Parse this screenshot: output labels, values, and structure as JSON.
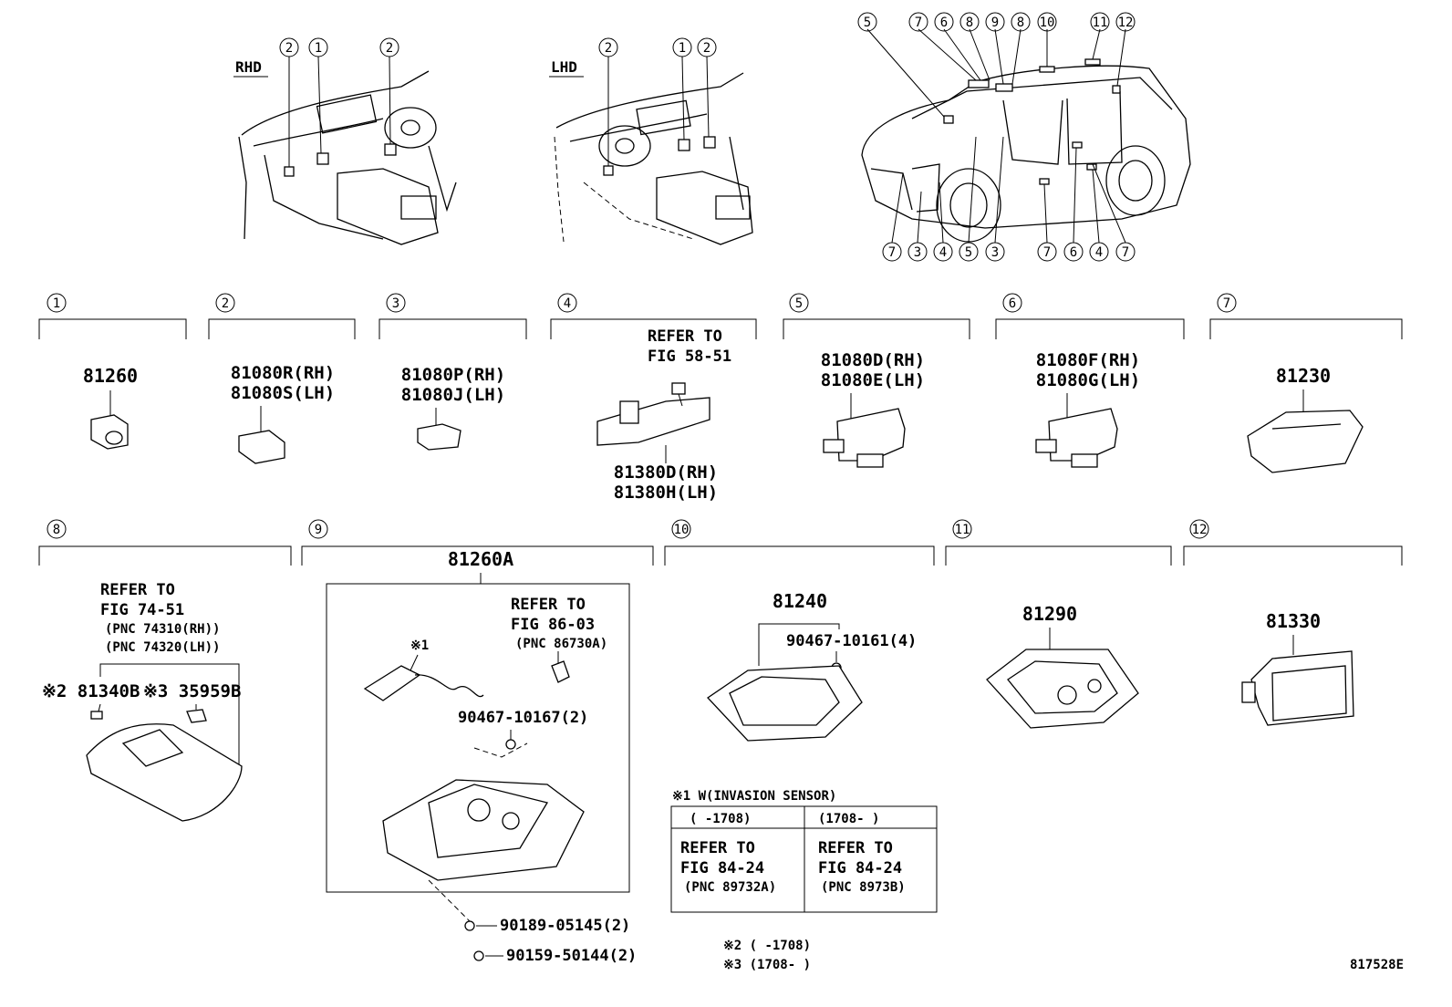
{
  "views": {
    "rhd_label": "RHD",
    "lhd_label": "LHD",
    "rhd_callouts": [
      "2",
      "1",
      "2"
    ],
    "lhd_callouts": [
      "2",
      "1",
      "2"
    ],
    "car_top_callouts": [
      "5",
      "7",
      "6",
      "8",
      "9",
      "8",
      "10",
      "11",
      "12"
    ],
    "car_bottom_callouts": [
      "7",
      "3",
      "4",
      "5",
      "3",
      "7",
      "6",
      "4",
      "7"
    ]
  },
  "sections": [
    {
      "num": "1",
      "lines": [
        "81260"
      ]
    },
    {
      "num": "2",
      "lines": [
        "81080R(RH)",
        "81080S(LH)"
      ]
    },
    {
      "num": "3",
      "lines": [
        "81080P(RH)",
        "81080J(LH)"
      ]
    },
    {
      "num": "4",
      "refer": [
        "REFER TO",
        "FIG 58-51"
      ],
      "lines": [
        "81380D(RH)",
        "81380H(LH)"
      ]
    },
    {
      "num": "5",
      "lines": [
        "81080D(RH)",
        "81080E(LH)"
      ]
    },
    {
      "num": "6",
      "lines": [
        "81080F(RH)",
        "81080G(LH)"
      ]
    },
    {
      "num": "7",
      "lines": [
        "81230"
      ]
    },
    {
      "num": "8",
      "refer": [
        "REFER TO",
        "FIG 74-51",
        "(PNC 74310(RH))",
        "(PNC 74320(LH))"
      ],
      "parts": [
        "※2 81340B",
        "※3 35959B"
      ]
    },
    {
      "num": "9",
      "title": "81260A",
      "refer": [
        "REFER TO",
        "FIG 86-03",
        "(PNC 86730A)"
      ],
      "note": "※1",
      "parts": [
        "90467-10167(2)",
        "90189-05145(2)",
        "90159-50144(2)"
      ]
    },
    {
      "num": "10",
      "title": "81240",
      "parts": [
        "90467-10161(4)"
      ]
    },
    {
      "num": "11",
      "title": "81290"
    },
    {
      "num": "12",
      "title": "81330"
    }
  ],
  "table": {
    "title": "※1 W(INVASION SENSOR)",
    "col1_header": "(     -1708)",
    "col2_header": "(1708-     )",
    "col1_body": [
      "REFER TO",
      "FIG 84-24",
      "(PNC 89732A)"
    ],
    "col2_body": [
      "REFER TO",
      "FIG 84-24",
      "(PNC 8973B)"
    ]
  },
  "notes": [
    "※2 (     -1708)",
    "※3 (1708-     )"
  ],
  "figure_id": "817528E"
}
